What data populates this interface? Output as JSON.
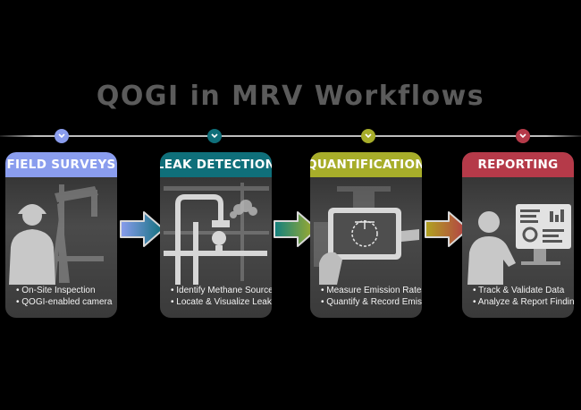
{
  "title": "QOGI in MRV Workflows",
  "colors": {
    "field": "#8a9dee",
    "leak": "#0f6f7a",
    "quant": "#a7ad2a",
    "report": "#b53a49"
  },
  "stages": [
    {
      "header": "FIELD SURVEYS",
      "icon": "worker-oil-pump-icon",
      "items": [
        "On-Site Inspection",
        "QOGI-enabled camera"
      ]
    },
    {
      "header": "LEAK DETECTION",
      "icon": "pipeline-valve-icon",
      "items": [
        "Identify Methane Sources",
        "Locate & Visualize Leaks"
      ]
    },
    {
      "header": "QUANTIFICATION",
      "icon": "tablet-camera-icon",
      "items": [
        "Measure Emission Rates",
        "Quantify & Record Emissions"
      ]
    },
    {
      "header": "REPORTING",
      "icon": "analyst-dashboard-icon",
      "items": [
        "Track & Validate Data",
        "Analyze & Report Findings"
      ]
    }
  ]
}
